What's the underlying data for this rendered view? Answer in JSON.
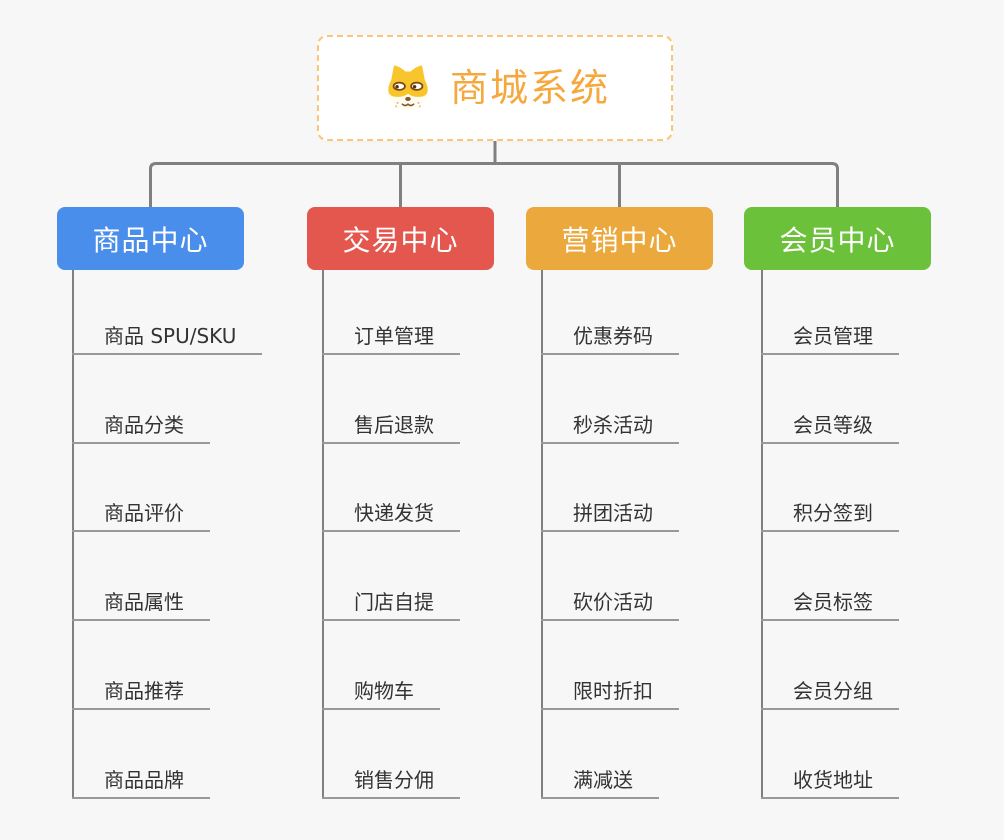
{
  "root": {
    "title": "商城系统",
    "icon": "dog-face-icon",
    "text_color": "#F5A83E",
    "border_color": "#F8C878"
  },
  "branches": [
    {
      "label": "商品中心",
      "color": "#4A8EEC",
      "items": [
        "商品 SPU/SKU",
        "商品分类",
        "商品评价",
        "商品属性",
        "商品推荐",
        "商品品牌"
      ]
    },
    {
      "label": "交易中心",
      "color": "#E4574F",
      "items": [
        "订单管理",
        "售后退款",
        "快递发货",
        "门店自提",
        "购物车",
        "销售分佣"
      ]
    },
    {
      "label": "营销中心",
      "color": "#EBA83C",
      "items": [
        "优惠券码",
        "秒杀活动",
        "拼团活动",
        "砍价活动",
        "限时折扣",
        "满减送"
      ]
    },
    {
      "label": "会员中心",
      "color": "#6CC13B",
      "items": [
        "会员管理",
        "会员等级",
        "积分签到",
        "会员标签",
        "会员分组",
        "收货地址"
      ]
    }
  ],
  "css_vars": {
    "--bg": "#F7F7F7",
    "--connector": "#808080",
    "--leaf-line": "#999999",
    "--leaf-text": "#333333"
  }
}
